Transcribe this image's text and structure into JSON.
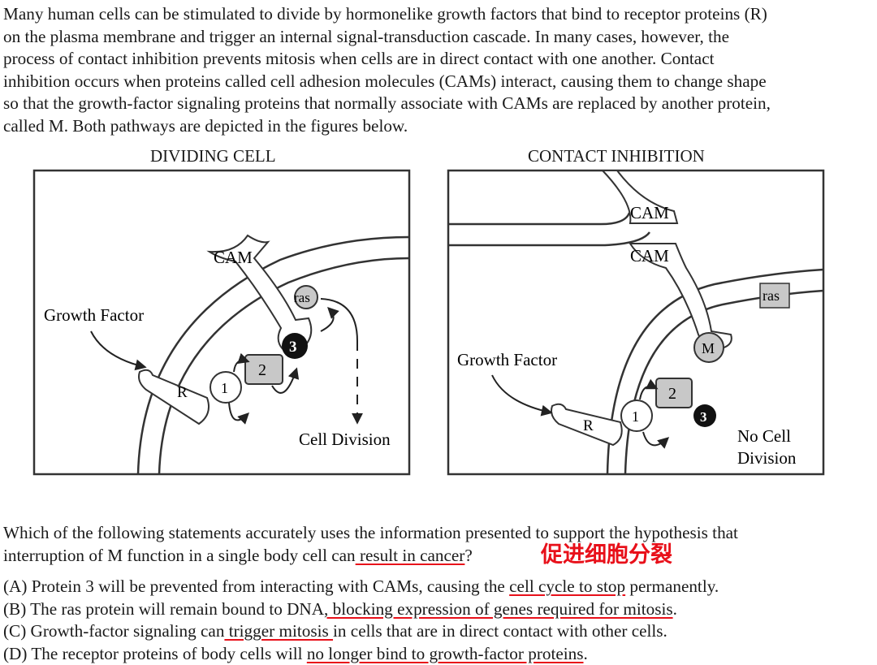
{
  "intro": [
    "Many human cells can be stimulated to divide by hormonelike growth factors that bind to receptor proteins (R)",
    "on the plasma membrane and trigger an internal signal-transduction cascade. In many cases, however, the",
    "process of contact inhibition prevents mitosis when cells are in direct contact with one another. Contact",
    "inhibition occurs when proteins called cell adhesion molecules (CAMs) interact, causing them to change shape",
    "so that the growth-factor signaling proteins that normally associate with CAMs are replaced by another protein,",
    "called M. Both pathways are depicted in the figures below."
  ],
  "figures": {
    "left": {
      "title": "DIVIDING CELL",
      "cam": "CAM",
      "ras": "ras",
      "growth_factor": "Growth Factor",
      "receptor": "R",
      "protein_1": "1",
      "protein_2": "2",
      "protein_3": "3",
      "outcome": "Cell Division"
    },
    "right": {
      "title": "CONTACT INHIBITION",
      "cam_top": "CAM",
      "cam_bottom": "CAM",
      "ras": "ras",
      "m_protein": "M",
      "growth_factor": "Growth Factor",
      "receptor": "R",
      "protein_1": "1",
      "protein_2": "2",
      "protein_3": "3",
      "outcome_line1": "No Cell",
      "outcome_line2": "Division"
    }
  },
  "question": {
    "line1": "Which of the following statements accurately uses the information presented to support the hypothesis that",
    "line2_pre": "interruption of M function in a single body cell can",
    "line2_underlined": " result in cancer",
    "line2_post": "?",
    "annotation": "促进细胞分裂"
  },
  "options": {
    "a": {
      "pre": "(A) Protein 3 will be prevented from interacting with CAMs, causing the ",
      "u": "cell cycle to stop",
      "post": " permanently."
    },
    "b": {
      "pre": "(B) The ras protein will remain bound to DNA",
      "u": ", blocking expression of genes required for mitosis",
      "post": "."
    },
    "c": {
      "pre": "(C) Growth-factor signaling can",
      "u": " trigger mitosis ",
      "post": "in cells that are in direct contact with other cells."
    },
    "d": {
      "pre": "(D) The receptor proteins of body cells will ",
      "u": "no longer bind to growth-factor proteins",
      "post": "."
    }
  },
  "colors": {
    "annotation": "#e8101a",
    "protein_fill": "#c8c8c8",
    "protein3_fill": "#111111"
  }
}
